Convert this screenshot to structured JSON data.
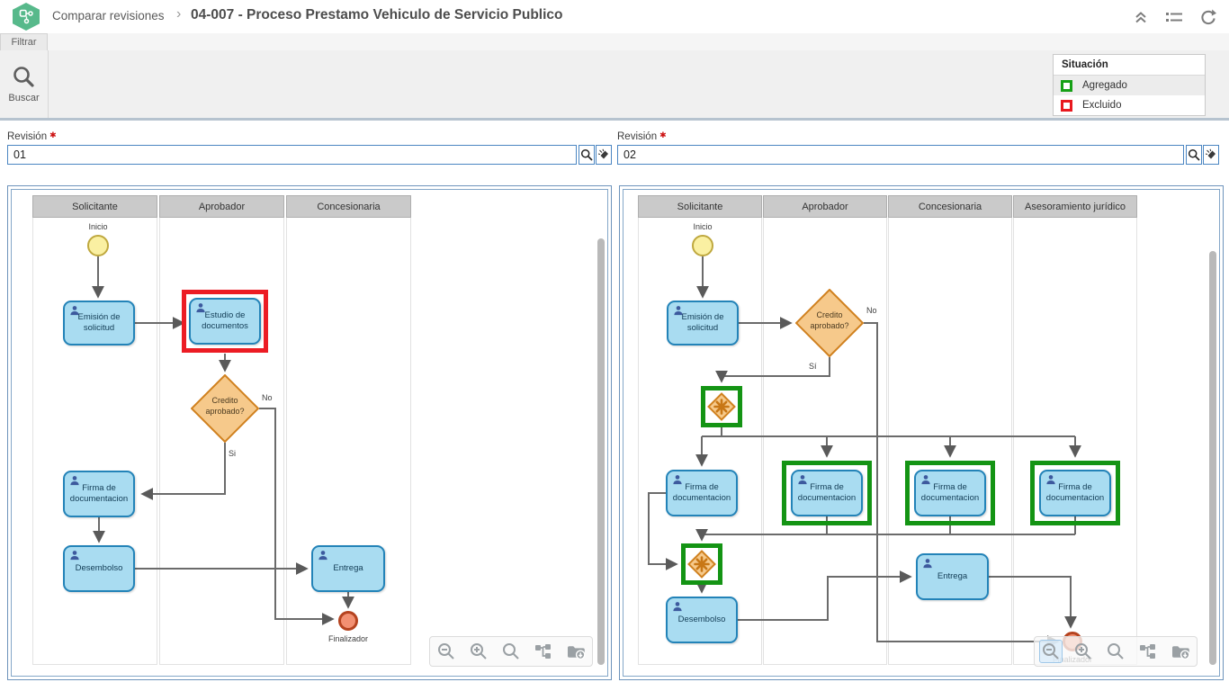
{
  "header": {
    "breadcrumb": "Comparar revisiones",
    "separator": "›",
    "title": "04-007 - Proceso Prestamo Vehiculo de Servicio Publico"
  },
  "tabs": {
    "filter": "Filtrar"
  },
  "toolbar": {
    "buscar_label": "Buscar"
  },
  "legend": {
    "title": "Situación",
    "items": [
      {
        "label": "Agregado",
        "color": "#16a016"
      },
      {
        "label": "Excluido",
        "color": "#e8191f"
      }
    ]
  },
  "form": {
    "required_marker": "✱",
    "left": {
      "label": "Revisión",
      "value": "01"
    },
    "right": {
      "label": "Revisión",
      "value": "02"
    }
  },
  "diagram_toolbar": {
    "icons": [
      "zoom-out",
      "zoom-in",
      "zoom-reset",
      "process-tree",
      "export-folder"
    ]
  },
  "panels": {
    "left": {
      "lanes": [
        "Solicitante",
        "Aprobador",
        "Concesionaria"
      ],
      "nodes": {
        "inicio": "Inicio",
        "emision": "Emisión de solicitud",
        "estudio": "Estudio de documentos",
        "gateway": "Credito aprobado?",
        "no": "No",
        "si": "Si",
        "firma": "Firma de documentacion",
        "desembolso": "Desembolso",
        "entrega": "Entrega",
        "finalizador": "Finalizador"
      }
    },
    "right": {
      "lanes": [
        "Solicitante",
        "Aprobador",
        "Concesionaria",
        "Asesoramiento jurídico"
      ],
      "nodes": {
        "inicio": "Inicio",
        "emision": "Emisión de solicitud",
        "gateway": "Credito aprobado?",
        "no": "No",
        "si": "Sí",
        "firma1": "Firma de documentacion",
        "firma2": "Firma de documentacion",
        "firma3": "Firma de documentacion",
        "firma4": "Firma de documentacion",
        "desembolso": "Desembolso",
        "entrega": "Entrega",
        "finalizador": "Finalizador"
      }
    }
  },
  "colors": {
    "accent_blue": "#4b86c2",
    "added_green": "#149414",
    "excluded_red": "#ec1c24",
    "task_fill": "#a9dcf1",
    "task_border": "#2383b8",
    "gateway_fill": "#f6c98b",
    "gateway_border": "#d0811f",
    "start_fill": "#faf0a2",
    "start_border": "#bfa83e",
    "end_fill": "#f29072",
    "end_border": "#b5431f",
    "panel_border": "#6d93bb",
    "lane_header": "#cacaca"
  }
}
